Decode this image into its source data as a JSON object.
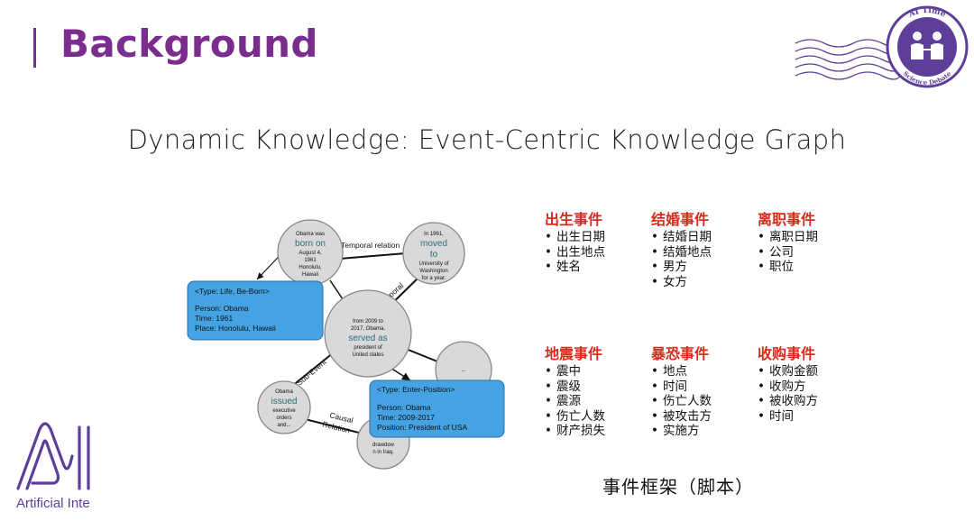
{
  "slide": {
    "title": "Background",
    "subtitle": "Dynamic Knowledge: Event-Centric Knowledge Graph"
  },
  "logo_top_right": {
    "ring_text_top": "AI Time",
    "ring_text_bottom": "Science Debate"
  },
  "logo_bottom_left": {
    "text": "Artificial Inte"
  },
  "graph": {
    "nodes": {
      "born": [
        "Obama was",
        "born on",
        "August 4,",
        "1961",
        "Honolulu,",
        "Hawaii"
      ],
      "moved": [
        "In 1961,",
        "moved",
        "to",
        "University of",
        "Washington",
        "for a year."
      ],
      "served": [
        "from 2009  to",
        "2017,  Obama,",
        "served as",
        "president of",
        "United states"
      ],
      "issued": [
        "Obama",
        "issued",
        "executive",
        "orders",
        "and..."
      ],
      "drawdown": [
        "drawdow",
        "n in Iraq."
      ],
      "right_node": "..."
    },
    "edge_labels": {
      "temporal_relation": "Temporal relation",
      "temporal": "Temporal",
      "sub_event": "Sub-Event",
      "causal": [
        "Causal",
        "Relation"
      ]
    },
    "boxes": {
      "life_born": [
        "<Type: Life,  Be-Born>",
        "",
        "Person: Obama",
        "Time: 1961",
        "Place: Honolulu, Hawaii"
      ],
      "enter_position": [
        "<Type: Enter-Position>",
        "",
        "Person: Obama",
        "Time: 2009-2017",
        "Position: President of USA"
      ]
    }
  },
  "event_frames": [
    {
      "title": "出生事件",
      "items": [
        "出生日期",
        "出生地点",
        "姓名"
      ]
    },
    {
      "title": "结婚事件",
      "items": [
        "结婚日期",
        "结婚地点",
        "男方",
        "女方"
      ]
    },
    {
      "title": "离职事件",
      "items": [
        "离职日期",
        "公司",
        "职位"
      ]
    },
    {
      "title": "地震事件",
      "items": [
        "震中",
        "震级",
        "震源",
        "伤亡人数",
        "财产损失"
      ]
    },
    {
      "title": "暴恐事件",
      "items": [
        "地点",
        "时间",
        "伤亡人数",
        "被攻击方",
        "实施方"
      ]
    },
    {
      "title": "收购事件",
      "items": [
        "收购金额",
        "收购方",
        "被收购方",
        "时间"
      ]
    }
  ],
  "frame_caption": "事件框架（脚本）",
  "colors": {
    "title": "#7b2d8e",
    "event_title": "#d92a1c",
    "box_fill": "#46a3e3",
    "node_fill": "#d6d6d6",
    "node_highlight": "#2d6b7d",
    "logo_purple": "#5d3f99"
  }
}
